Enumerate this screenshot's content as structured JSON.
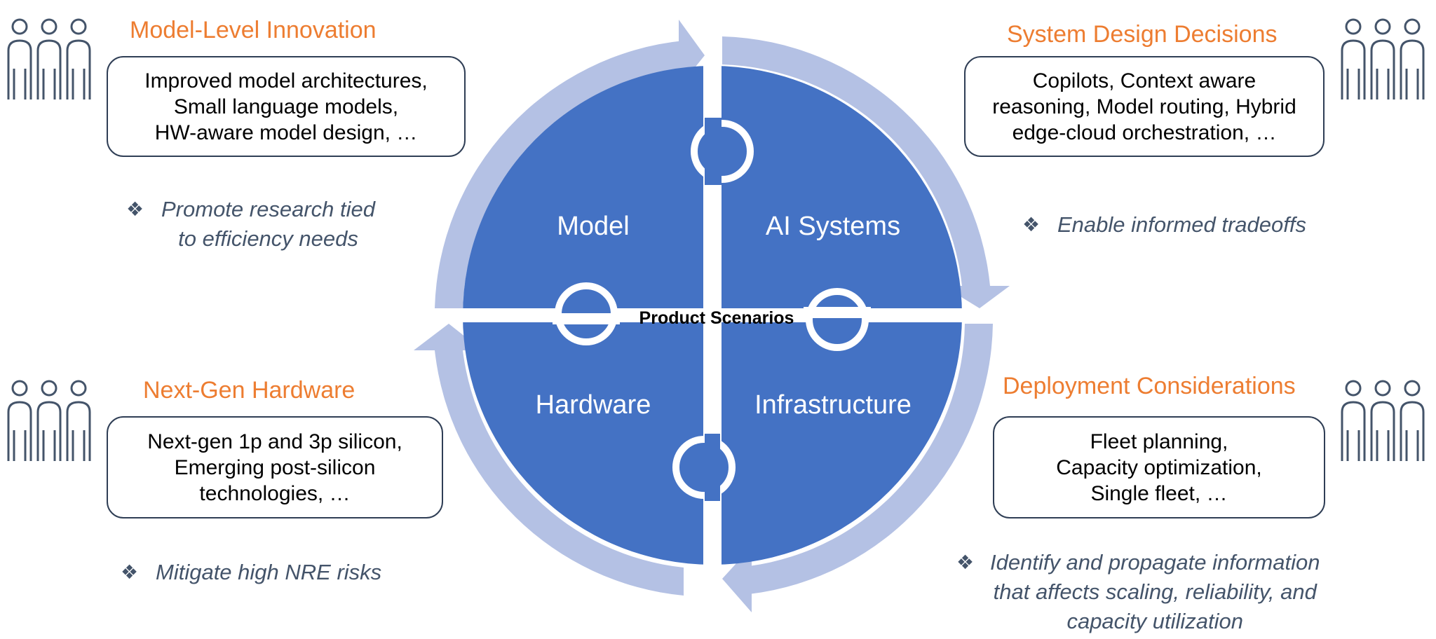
{
  "center": {
    "label": "Product Scenarios"
  },
  "quadrants": {
    "model": "Model",
    "ai_systems": "AI Systems",
    "hardware": "Hardware",
    "infrastructure": "Infrastructure"
  },
  "panels": {
    "model_level": {
      "heading": "Model-Level Innovation",
      "lines": [
        "Improved model architectures,",
        "Small language models,",
        "HW-aware model design, …"
      ],
      "note": [
        "Promote research tied",
        "to efficiency needs"
      ]
    },
    "system_design": {
      "heading": "System Design Decisions",
      "lines": [
        "Copilots,  Context aware",
        "reasoning, Model routing, Hybrid",
        "edge-cloud orchestration, …"
      ],
      "note": [
        "Enable informed tradeoffs"
      ]
    },
    "next_gen_hw": {
      "heading": "Next-Gen Hardware",
      "lines": [
        "Next-gen 1p and 3p silicon,",
        "Emerging post-silicon",
        "technologies, …"
      ],
      "note": [
        "Mitigate high NRE risks"
      ]
    },
    "deployment": {
      "heading": "Deployment Considerations",
      "lines": [
        "Fleet planning,",
        "Capacity optimization,",
        "Single fleet, …"
      ],
      "note": [
        "Identify and propagate information",
        "that affects scaling, reliability, and",
        "capacity utilization"
      ]
    }
  },
  "bullet_glyph": "❖",
  "colors": {
    "heading": "#ED7D31",
    "quadrant_fill": "#4472C4",
    "ring_arrow": "#B4C1E4",
    "note_text": "#44546A",
    "box_border": "#2F3E55",
    "people_icon": "#44546A"
  },
  "icons": [
    "people-group-icon",
    "bullet-diamond-icon"
  ]
}
